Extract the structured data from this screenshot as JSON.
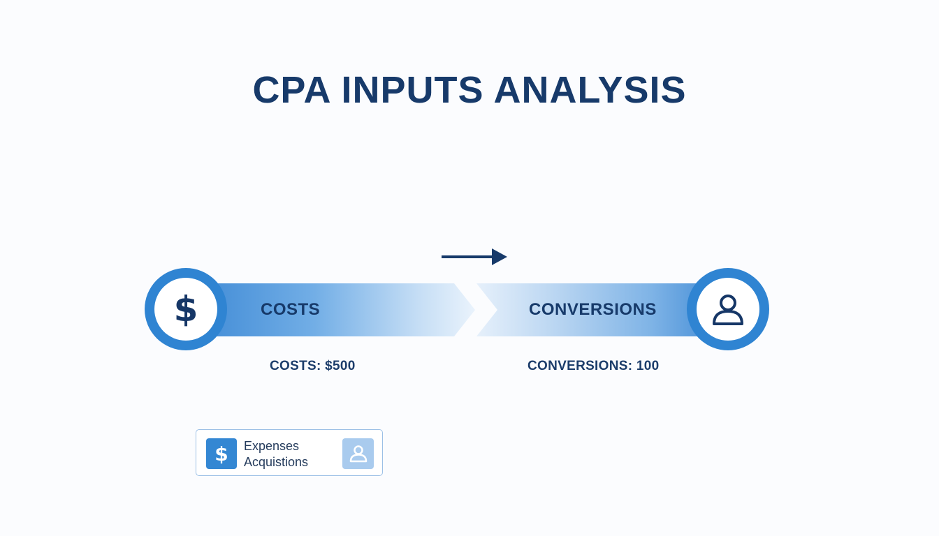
{
  "title": "CPA INPUTS ANALYSIS",
  "flow": {
    "left": {
      "label": "COSTS",
      "icon": "dollar-icon",
      "value_label": "COSTS: $500"
    },
    "right": {
      "label": "CONVERSIONS",
      "icon": "user-icon",
      "value_label": "CONVERSIONS: 100"
    },
    "direction_icon": "arrow-right-icon"
  },
  "legend": {
    "items": [
      {
        "icon": "dollar-icon",
        "label": "Expenses"
      },
      {
        "icon": "user-icon",
        "label": "Acquistions"
      }
    ]
  },
  "colors": {
    "title": "#173a6a",
    "accent": "#2f84d2",
    "light_accent": "#a9cbee",
    "text": "#1c3d6b"
  }
}
